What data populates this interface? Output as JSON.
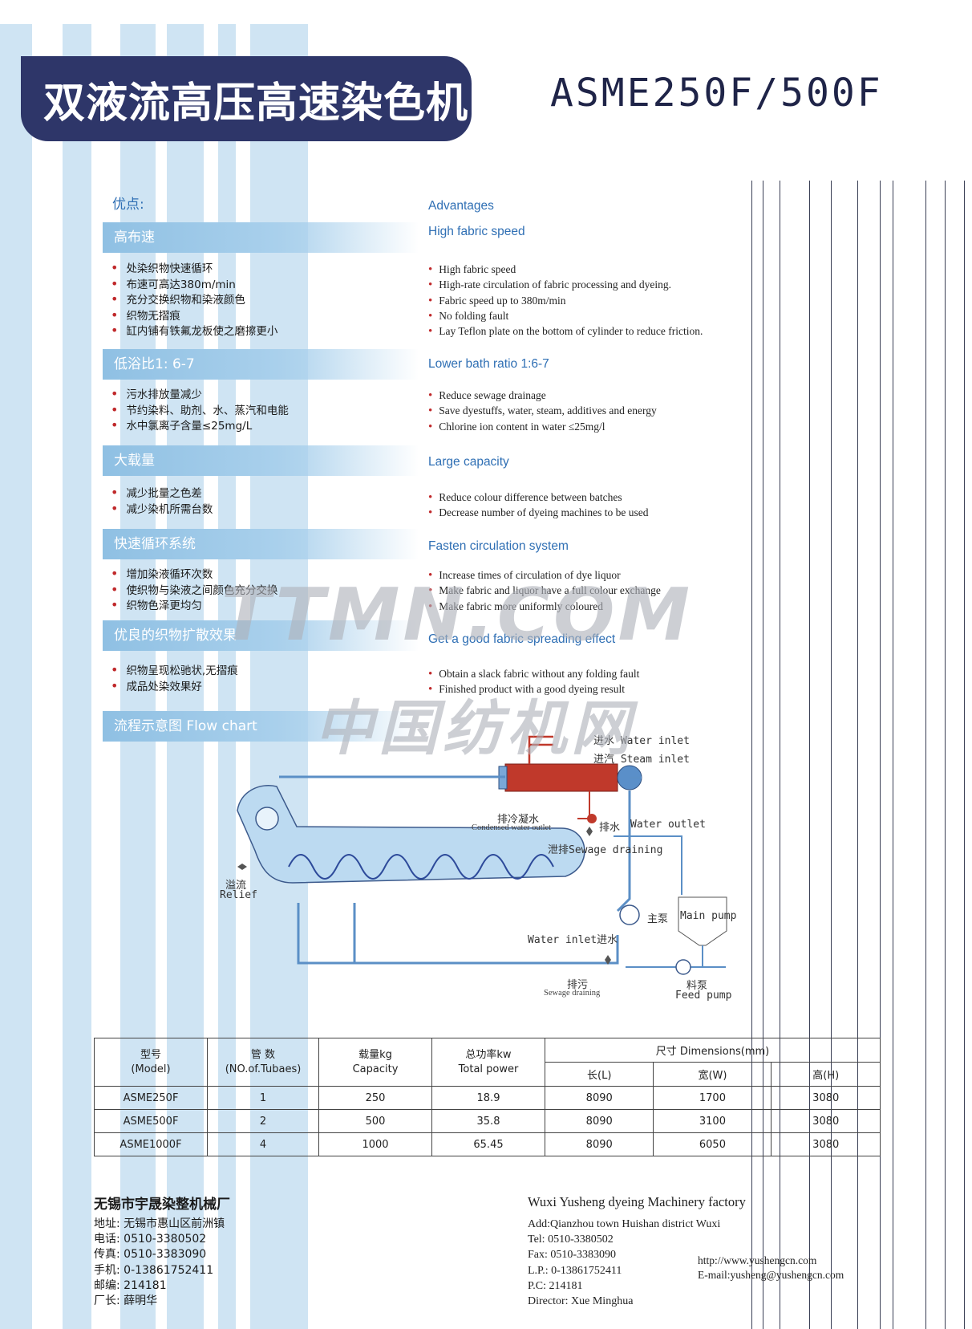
{
  "header": {
    "title_cn": "双液流高压高速染色机",
    "model": "ASME250F/500F"
  },
  "advantages_cn": {
    "label": "优点:",
    "sections": [
      {
        "heading": "高布速",
        "items": [
          "处染织物快速循环",
          "布速可高达380m/min",
          "充分交换织物和染液颜色",
          "织物无摺痕",
          "缸内铺有铁氟龙板使之磨擦更小"
        ]
      },
      {
        "heading": "低浴比1: 6-7",
        "items": [
          "污水排放量减少",
          "节约染料、助剂、水、蒸汽和电能",
          "水中氯离子含量≤25mg/L"
        ]
      },
      {
        "heading": "大载量",
        "items": [
          "减少批量之色差",
          "减少染机所需台数"
        ]
      },
      {
        "heading": "快速循环系统",
        "items": [
          "增加染液循环次数",
          "使织物与染液之间颜色充分交换",
          "织物色泽更均匀"
        ]
      },
      {
        "heading": "优良的织物扩散效果",
        "items": [
          "织物呈现松驰状,无摺痕",
          "成品处染效果好"
        ]
      }
    ],
    "flow_heading": "流程示意图 Flow chart"
  },
  "advantages_en": {
    "label": "Advantages",
    "sections": [
      {
        "heading": "High fabric speed",
        "items": [
          "High fabric speed",
          "High-rate circulation of fabric processing and dyeing.",
          "Fabric speed up to 380m/min",
          "No folding fault",
          "Lay Teflon plate on the bottom of cylinder to reduce friction."
        ]
      },
      {
        "heading": "Lower bath ratio 1:6-7",
        "items": [
          "Reduce sewage drainage",
          "Save dyestuffs, water, steam, additives and energy",
          "Chlorine ion content in water ≤25mg/l"
        ]
      },
      {
        "heading": "Large capacity",
        "items": [
          "Reduce colour difference between batches",
          "Decrease number of dyeing machines to be used"
        ]
      },
      {
        "heading": "Fasten circulation system",
        "items": [
          "Increase times of circulation of dye liquor",
          "Make fabric and liquor have a full colour exchange",
          "Make fabric more uniformly coloured"
        ]
      },
      {
        "heading": "Get a good fabric spreading effect",
        "items": [
          "Obtain a slack fabric without any folding fault",
          "Finished product with a good dyeing result"
        ]
      }
    ]
  },
  "flowchart": {
    "water_inlet_top": "进水 Water inlet",
    "steam_inlet": "进汽 Steam inlet",
    "condensed_cn": "排冷凝水",
    "condensed_en": "Condensed water outlet",
    "drain_cn": "排水",
    "water_outlet": "Water outlet",
    "sewage_top": "泄排Sewage draining",
    "relief_cn": "溢流",
    "relief_en": "Relief",
    "main_pump_cn": "主泵",
    "main_pump_en": "Main pump",
    "water_inlet_bottom": "Water inlet进水",
    "sewage_bottom_cn": "排污",
    "sewage_bottom_en": "Sewage draining",
    "feed_pump_cn": "料泵",
    "feed_pump_en": "Feed pump"
  },
  "spec_table": {
    "headers": {
      "model": [
        "型号",
        "(Model)"
      ],
      "tubes": [
        "管 数",
        "(NO.of.Tubaes)"
      ],
      "capacity": [
        "载量kg",
        "Capacity"
      ],
      "power": [
        "总功率kw",
        "Total power"
      ],
      "dimensions": "尺寸 Dimensions(mm)",
      "length": "长(L)",
      "width": "宽(W)",
      "height": "高(H)"
    },
    "rows": [
      {
        "model": "ASME250F",
        "tubes": "1",
        "capacity": "250",
        "power": "18.9",
        "length": "8090",
        "width": "1700",
        "height": "3080"
      },
      {
        "model": "ASME500F",
        "tubes": "2",
        "capacity": "500",
        "power": "35.8",
        "length": "8090",
        "width": "3100",
        "height": "3080"
      },
      {
        "model": "ASME1000F",
        "tubes": "4",
        "capacity": "1000",
        "power": "65.45",
        "length": "8090",
        "width": "6050",
        "height": "3080"
      }
    ]
  },
  "company_cn": {
    "name": "无锡市宇晟染整机械厂",
    "lines": [
      "地址: 无锡市惠山区前洲镇",
      "电话: 0510-3380502",
      "传真: 0510-3383090",
      "手机: 0-13861752411",
      "邮编: 214181",
      "厂长: 薛明华"
    ]
  },
  "company_en": {
    "name": "Wuxi Yusheng dyeing Machinery factory",
    "lines": [
      "Add:Qianzhou town Huishan district Wuxi",
      "Tel: 0510-3380502",
      "Fax: 0510-3383090",
      "L.P.: 0-13861752411",
      "P.C: 214181",
      "Director: Xue Minghua"
    ],
    "web": [
      "http://www.yushengcn.com",
      "E-mail:yusheng@yushengcn.com"
    ]
  },
  "watermark": {
    "line1": "TTMN.COM",
    "line2": "中国纺机网"
  }
}
